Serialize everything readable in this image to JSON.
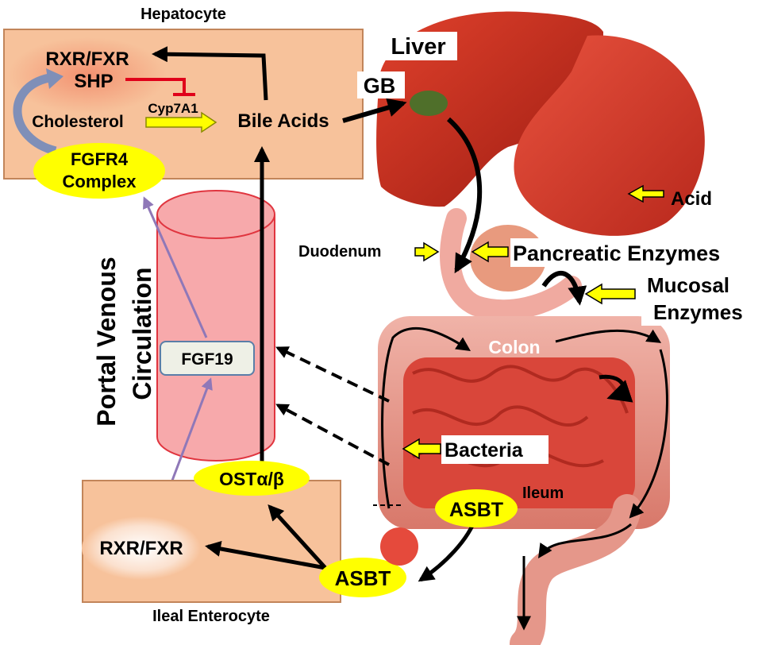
{
  "hepatocyte": {
    "title": "Hepatocyte",
    "rxr_fxr": "RXR/FXR",
    "shp": "SHP",
    "cholesterol": "Cholesterol",
    "cyp7a1": "Cyp7A1",
    "bile_acids": "Bile Acids",
    "fgfr4_line1": "FGFR4",
    "fgfr4_line2": "Complex"
  },
  "portal": {
    "label_line1": "Portal Venous",
    "label_line2": "Circulation",
    "fgf19": "FGF19",
    "ost": "OSTα/β"
  },
  "enterocyte": {
    "title": "Ileal Enterocyte",
    "rxr_fxr": "RXR/FXR",
    "asbt": "ASBT"
  },
  "anatomy": {
    "liver": "Liver",
    "gb": "GB",
    "acid": "Acid",
    "duodenum": "Duodenum",
    "pancreatic_enzymes": "Pancreatic Enzymes",
    "mucosal_line1": "Mucosal",
    "mucosal_line2": "Enzymes",
    "colon": "Colon",
    "bacteria": "Bacteria",
    "ileum": "Ileum",
    "asbt": "ASBT"
  },
  "colors": {
    "box_fill": "#f7c29b",
    "box_stroke": "#c2855a",
    "highlight_yellow": "#ffff00",
    "vessel_fill": "#f7a9ab",
    "vessel_stroke": "#e0353f",
    "inhibit_red": "#e0001a",
    "signal_purple": "#8f78b8",
    "curved_arrow_blue": "#7f8fb8",
    "fgf19_box": "#eef0e6",
    "fgf19_border": "#5a7ea8"
  }
}
